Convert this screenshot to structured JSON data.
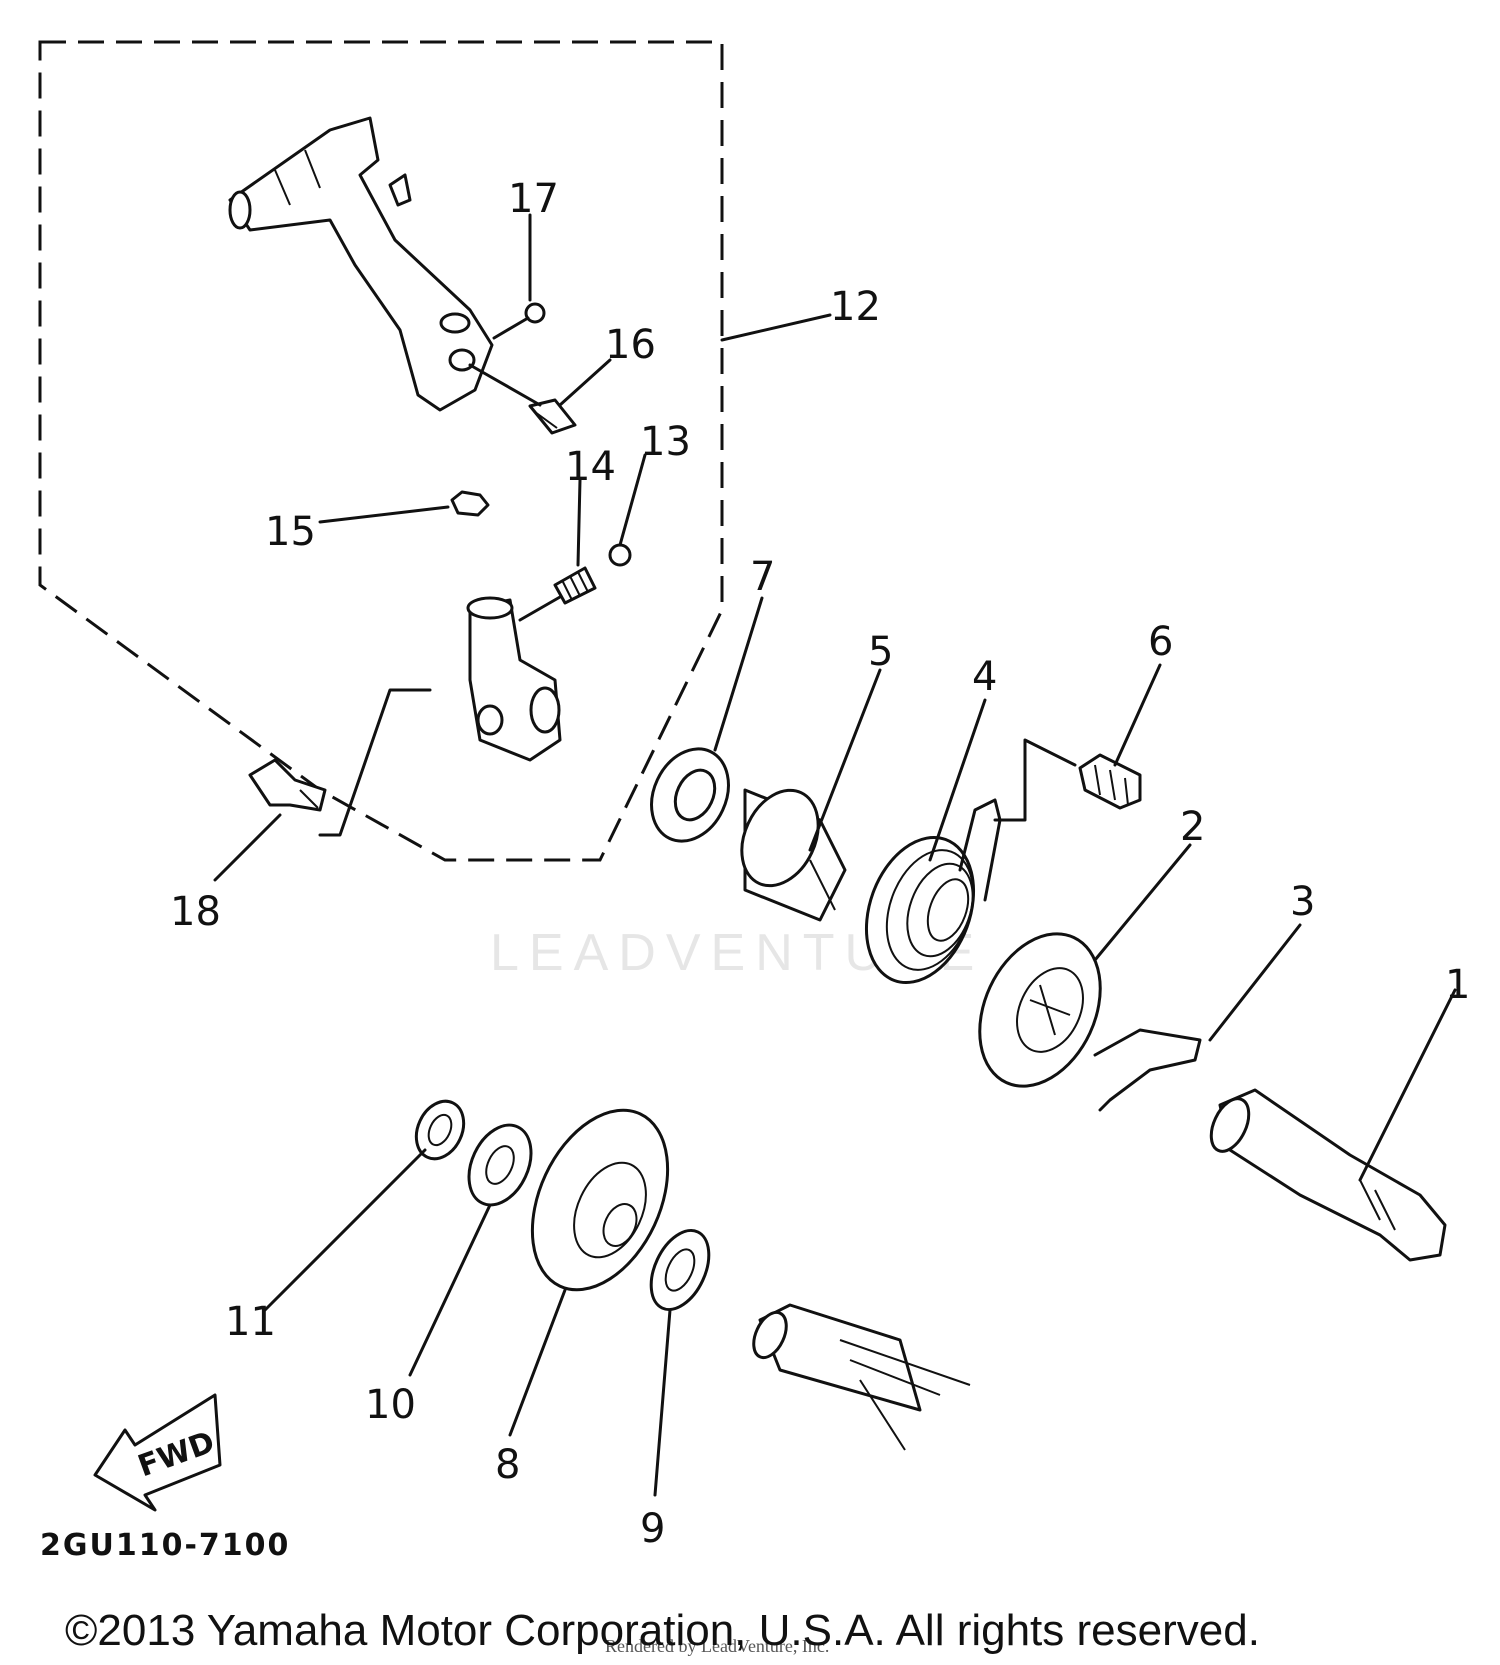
{
  "diagram": {
    "part_code": "2GU110-7100",
    "fwd_label": "FWD",
    "watermark": "LEADVENTURE",
    "watermark_small": "Rendered by LeadVenture, Inc.",
    "copyright": "©2013 Yamaha Motor Corporation, U.S.A. All rights reserved.",
    "callouts": [
      "1",
      "2",
      "3",
      "4",
      "5",
      "6",
      "7",
      "8",
      "9",
      "10",
      "11",
      "12",
      "13",
      "14",
      "15",
      "16",
      "17",
      "18"
    ]
  }
}
